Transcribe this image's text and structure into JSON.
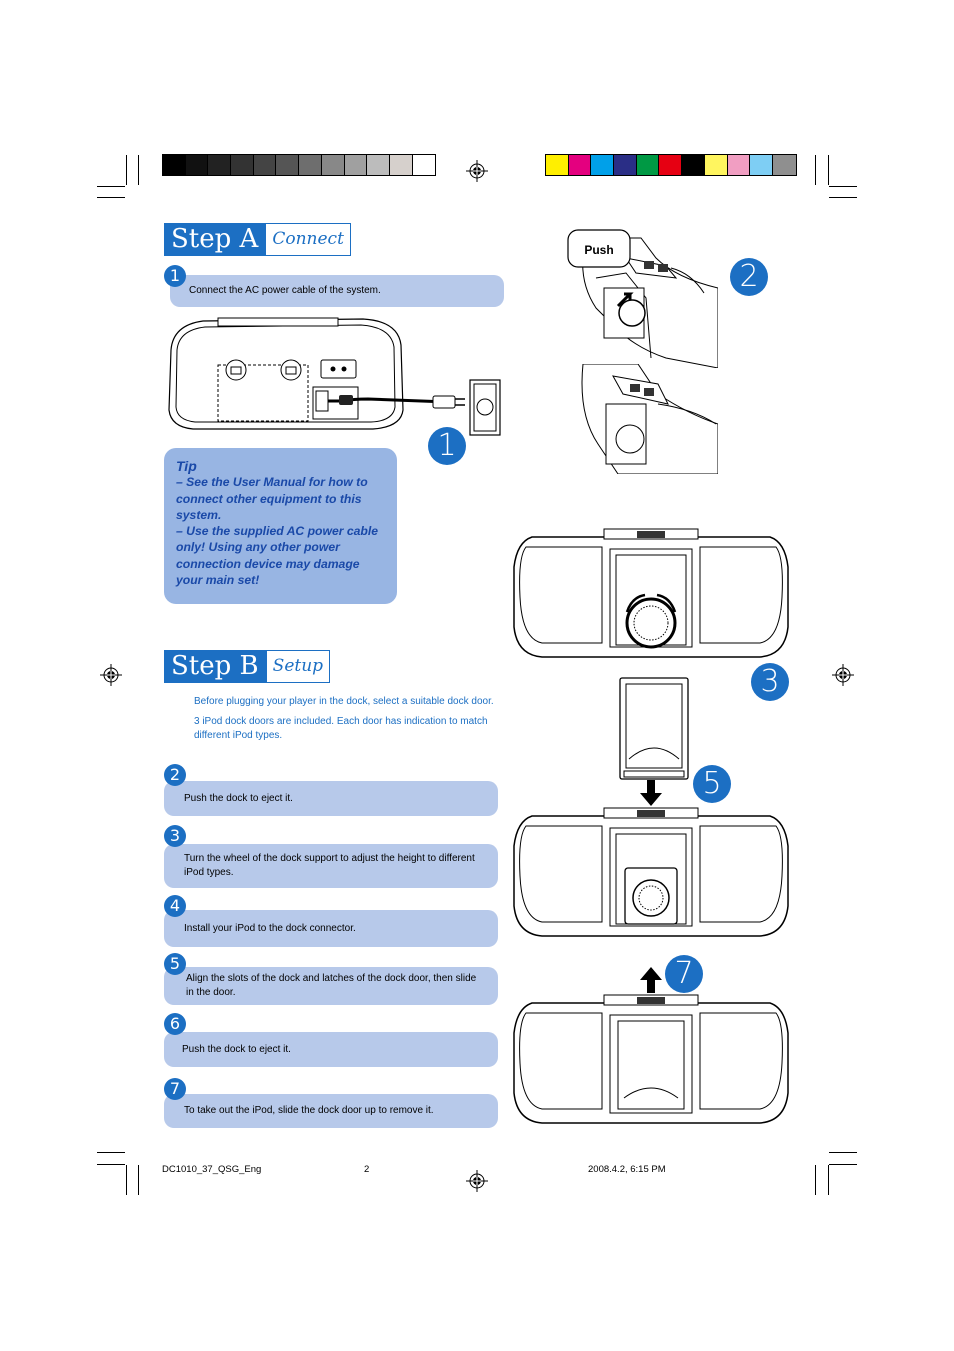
{
  "color_bars": {
    "grays": [
      "#000000",
      "#111111",
      "#222222",
      "#333333",
      "#444444",
      "#555555",
      "#6e6e6e",
      "#888888",
      "#a0a0a0",
      "#bcbcbc",
      "#d6d0cc",
      "#ffffff"
    ],
    "colors": [
      "#ffef00",
      "#e4007f",
      "#00a0e9",
      "#2a2e86",
      "#009944",
      "#e60012",
      "#000000",
      "#fff55f",
      "#f19ec2",
      "#7ecef4",
      "#8f8f8f"
    ]
  },
  "step_a": {
    "label": "Step A",
    "sub": "Connect",
    "items": [
      {
        "num": "1",
        "text": "Connect the AC power cable of the system."
      }
    ],
    "figure_num": "1"
  },
  "tip": {
    "title": "Tip",
    "line1": "–  See the User Manual for how to connect other equipment to this system.",
    "line2": "–  Use the supplied AC power cable only! Using any other power connection device may damage your main set!"
  },
  "step_b": {
    "label": "Step B",
    "sub": "Setup",
    "intro1": "Before plugging your player in the dock, select a suitable dock door.",
    "intro2": "3 iPod dock doors are included. Each door has indication to match different iPod types.",
    "items": [
      {
        "num": "2",
        "text": "Push the dock to eject it."
      },
      {
        "num": "3",
        "text": "Turn the wheel of the dock support to adjust the height to different iPod types."
      },
      {
        "num": "4",
        "text": "Install your iPod to the dock connector."
      },
      {
        "num": "5",
        "text": "Align the slots of the dock and latches of the dock door, then slide in the door."
      },
      {
        "num": "6",
        "text": "Push the dock to eject it."
      },
      {
        "num": "7",
        "text": "To take out the iPod,  slide the dock door up to remove it."
      }
    ]
  },
  "figures": {
    "push_label": "Push",
    "num2": "2",
    "num3": "3",
    "num5": "5",
    "num7": "7"
  },
  "footer": {
    "file": "DC1010_37_QSG_Eng",
    "page": "2",
    "date": "2008.4.2, 6:15 PM"
  }
}
